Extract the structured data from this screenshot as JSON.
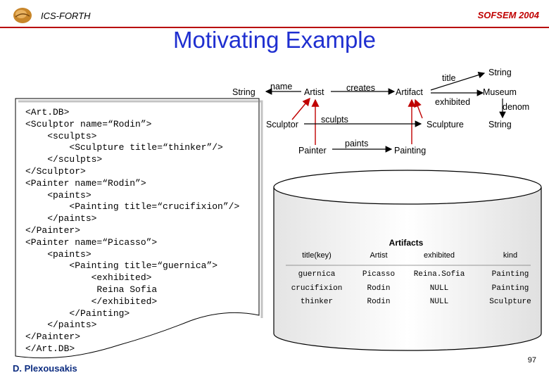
{
  "header": {
    "org": "ICS-FORTH",
    "conference": "SOFSEM 2004",
    "title": "Motivating Example"
  },
  "footer": {
    "author": "D. Plexousakis",
    "page": "97"
  },
  "xml_document": {
    "lines": [
      "<Art.DB>",
      "<Sculptor name=“Rodin”>",
      "    <sculpts>",
      "        <Sculpture title=“thinker”/>",
      "    </sculpts>",
      "</Sculptor>",
      "<Painter name=“Rodin”>",
      "    <paints>",
      "        <Painting title=“crucifixion”/>",
      "    </paints>",
      "</Painter>",
      "<Painter name=“Picasso”>",
      "    <paints>",
      "        <Painting title=“guernica”>",
      "            <exhibited>",
      "             Reina Sofia",
      "            </exhibited>",
      "        </Painting>",
      "    </paints>",
      "</Painter>",
      "</Art.DB>"
    ]
  },
  "schema": {
    "string_left": "String",
    "name": "name",
    "artist": "Artist",
    "creates": "creates",
    "artifact": "Artifact",
    "title": "title",
    "string_top": "String",
    "museum": "Museum",
    "exhibited": "exhibited",
    "denom": "denom",
    "sculptor": "Sculptor",
    "sculpts": "sculpts",
    "sculpture": "Sculpture",
    "string_right": "String",
    "painter": "Painter",
    "paints": "paints",
    "painting": "Painting"
  },
  "db_table": {
    "caption": "Artifacts",
    "headers": [
      "title(key)",
      "Artist",
      "exhibited",
      "kind"
    ],
    "rows": [
      [
        "guernica",
        "Picasso",
        "Reina.Sofia",
        "Painting"
      ],
      [
        "crucifixion",
        "Rodin",
        "NULL",
        "Painting"
      ],
      [
        "thinker",
        "Rodin",
        "NULL",
        "Sculpture"
      ]
    ]
  },
  "colors": {
    "title": "#1f2fd0",
    "accent_red": "#c00000",
    "rule": "#b80000"
  }
}
